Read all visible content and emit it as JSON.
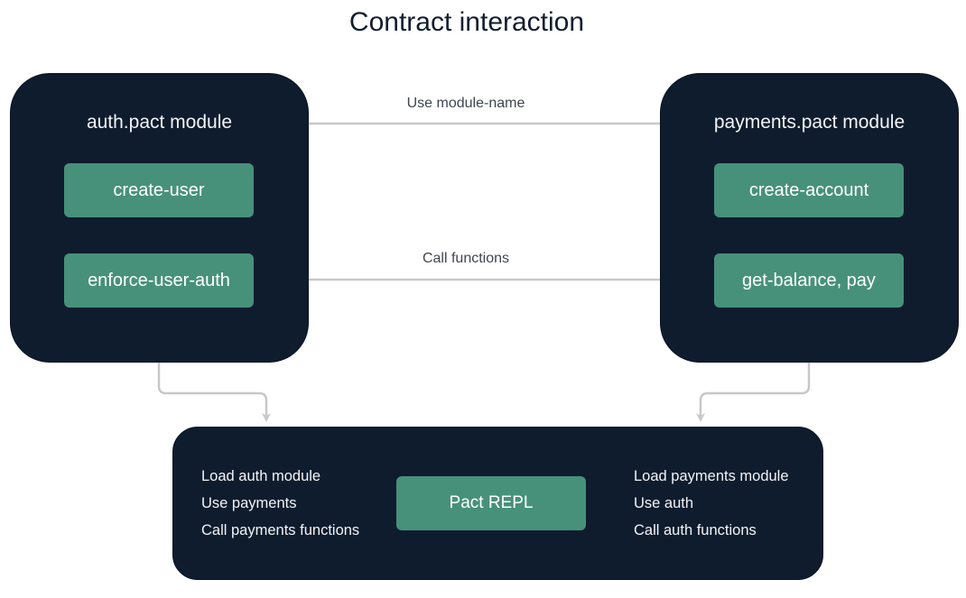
{
  "title": "Contract interaction",
  "modules": {
    "auth": {
      "title": "auth.pact module",
      "functions": [
        "create-user",
        "enforce-user-auth"
      ]
    },
    "payments": {
      "title": "payments.pact module",
      "functions": [
        "create-account",
        "get-balance, pay"
      ]
    }
  },
  "edges": {
    "top_label": "Use module-name",
    "middle_label": "Call functions"
  },
  "repl": {
    "button": "Pact REPL",
    "left_steps": [
      "Load auth module",
      "Use payments",
      "Call payments functions"
    ],
    "right_steps": [
      "Load payments module",
      "Use auth",
      "Call auth functions"
    ]
  },
  "colors": {
    "module_bg": "#0f1c2e",
    "function_bg": "#47917a",
    "connector": "#c8c8c8"
  }
}
